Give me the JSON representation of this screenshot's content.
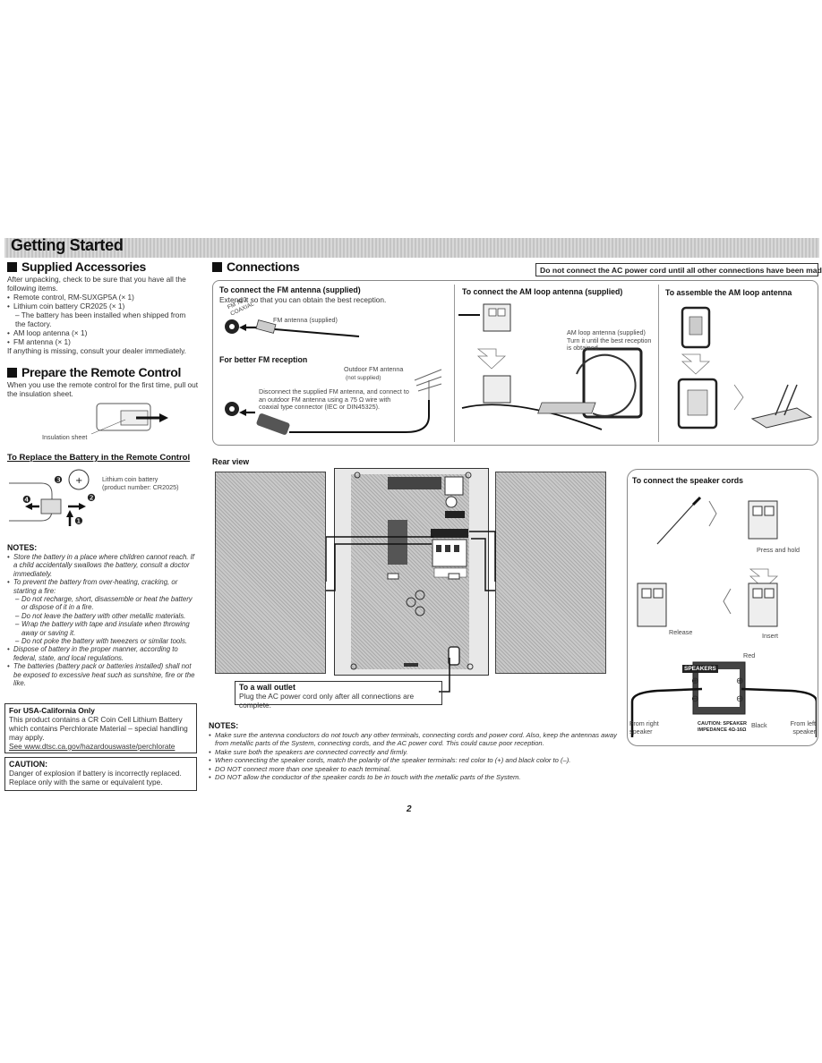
{
  "header": {
    "title": "Getting Started"
  },
  "accessories": {
    "title": "Supplied Accessories",
    "intro": "After unpacking, check to be sure that you have all the following items.",
    "items": [
      "Remote control, RM-SUXGP5A (× 1)",
      "Lithium coin battery CR2025 (× 1)",
      "– The battery has been installed when shipped from the factory.",
      "AM loop antenna (× 1)",
      "FM antenna (× 1)"
    ],
    "footer": "If anything is missing, consult your dealer immediately."
  },
  "prepare": {
    "title": "Prepare the Remote Control",
    "text": "When you use the remote control for the first time, pull out the insulation sheet.",
    "insulation_label": "Insulation sheet"
  },
  "replace": {
    "title": "To Replace the Battery in the Remote Control",
    "battery_label": "Lithium coin battery",
    "battery_sub": "(product number: CR2025)",
    "step1": "❶",
    "step2": "❷",
    "step3": "❸",
    "step4": "❹"
  },
  "notes_left": {
    "title": "NOTES:",
    "items": [
      "Store the battery in a place where children cannot reach. If a child accidentally swallows the battery, consult a doctor immediately.",
      "To prevent the battery from over-heating, cracking, or starting a fire:",
      "Do not recharge, short, disassemble or heat the battery or dispose of it in a fire.",
      "Do not leave the battery with other metallic materials.",
      "Wrap the battery with tape and insulate when throwing away or saving it.",
      "Do not poke the battery with tweezers or similar tools.",
      "Dispose of battery in the proper manner, according to federal, state, and local regulations.",
      "The batteries (battery pack or batteries installed) shall not be exposed to excessive heat such as sunshine, fire or the like."
    ]
  },
  "california": {
    "title": "For USA-California Only",
    "text": "This product contains a CR Coin Cell Lithium Battery which contains Perchlorate Material – special handling may apply.",
    "see": "See www.dtsc.ca.gov/hazardouswaste/perchlorate"
  },
  "caution": {
    "title": "CAUTION:",
    "text": "Danger of explosion if battery is incorrectly replaced. Replace only with the same or equivalent type."
  },
  "connections": {
    "title": "Connections",
    "warning": "Do not connect the AC power cord until all other connections have been made.",
    "fm": {
      "title": "To connect the FM antenna (supplied)",
      "text": "Extend it so that you can obtain the best reception.",
      "antenna_label": "FM antenna (supplied)",
      "better_title": "For better FM reception",
      "outdoor_label": "Outdoor FM antenna",
      "outdoor_sub": "(not supplied)",
      "better_text": "Disconnect the supplied FM antenna, and connect to an outdoor FM antenna using a 75 Ω wire with coaxial type connector (IEC or DIN45325).",
      "jack_label": "FM 75Ω COAXIAL"
    },
    "am": {
      "title": "To connect the AM loop antenna (supplied)",
      "label1": "AM loop antenna (supplied)",
      "label2": "Turn it until the best reception is obtained."
    },
    "assemble": {
      "title": "To assemble the AM loop antenna"
    },
    "rear_view": "Rear view",
    "speaker": {
      "title": "To connect the speaker cords",
      "press": "Press and hold",
      "release": "Release",
      "insert": "Insert",
      "red": "Red",
      "black": "Black",
      "from_right": "From right speaker",
      "from_left": "From left speaker",
      "plate_label": "SPEAKERS",
      "caution": "CAUTION: SPEAKER",
      "impedance": "IMPEDANCE 4Ω-16Ω",
      "plus": "⊕",
      "minus": "⊖"
    },
    "wall": {
      "title": "To a wall outlet",
      "text": "Plug the AC power cord only after all connections are complete."
    }
  },
  "notes_right": {
    "title": "NOTES:",
    "items": [
      "Make sure the antenna conductors do not touch any other terminals, connecting cords and power cord. Also, keep the antennas away from metallic parts of the System, connecting cords, and the AC power cord. This could cause poor reception.",
      "Make sure both the speakers are connected correctly and firmly.",
      "When connecting the speaker cords, match the polarity of the speaker terminals: red color to (+) and black color to (–).",
      "DO NOT connect more than one speaker to each terminal.",
      "DO NOT allow the conductor of the speaker cords to be in touch with the metallic parts of the System."
    ]
  },
  "page_number": "2"
}
